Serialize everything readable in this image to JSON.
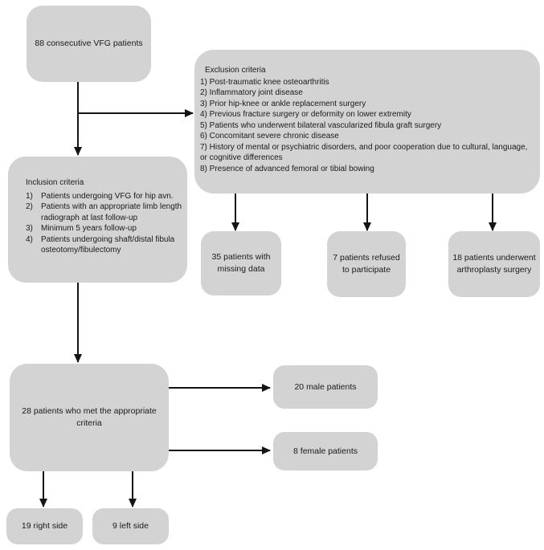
{
  "colors": {
    "box_fill": "#d3d3d3",
    "arrow": "#141414",
    "text": "#1a1a1a",
    "background": "#ffffff"
  },
  "nodes": {
    "consecutive": {
      "text": "88 consecutive VFG patients"
    },
    "exclusion": {
      "title": "Exclusion criteria",
      "items": [
        "1) Post-traumatic knee osteoarthritis",
        "2) Inflammatory joint disease",
        "3) Prior hip-knee or ankle replacement surgery",
        "4) Previous fracture surgery or deformity on lower extremity",
        "5) Patients who underwent bilateral vascularized fibula graft surgery",
        "6) Concomitant severe chronic disease",
        "7) History of mental  or psychiatric disorders, and poor cooperation due to cultural, language, or cognitive differences",
        "8) Presence of advanced femoral or tibial bowing"
      ]
    },
    "inclusion": {
      "title": "Inclusion criteria",
      "items": [
        {
          "num": "1)",
          "text": "Patients undergoing VFG for hip avn."
        },
        {
          "num": "2)",
          "text": "Patients with an appropriate limb length radiograph at last follow-up"
        },
        {
          "num": "3)",
          "text": "Minimum 5 years follow-up"
        },
        {
          "num": "4)",
          "text": "Patients undergoing shaft/distal fibula osteotomy/fibulectomy"
        }
      ]
    },
    "missing_data": {
      "text": "35 patients with missing data"
    },
    "refused": {
      "text": "7 patients refused to participate"
    },
    "arthroplasty": {
      "text": "18 patients underwent arthroplasty surgery"
    },
    "met_criteria": {
      "text": "28 patients who met the appropriate criteria"
    },
    "male": {
      "text": "20 male patients"
    },
    "female": {
      "text": "8 female patients"
    },
    "right_side": {
      "text": "19 right side"
    },
    "left_side": {
      "text": "9 left side"
    }
  }
}
